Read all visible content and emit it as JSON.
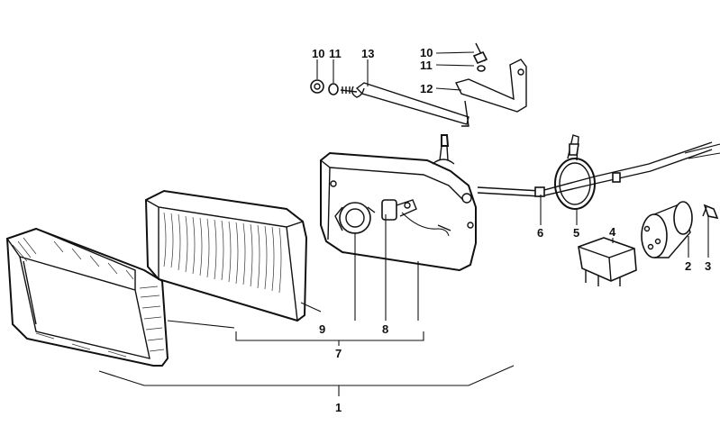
{
  "diagram": {
    "labels": {
      "p1": "1",
      "p2": "2",
      "p3": "3",
      "p4": "4",
      "p5": "5",
      "p6": "6",
      "p7": "7",
      "p8": "8",
      "p9": "9",
      "p10a": "10",
      "p10b": "10",
      "p11a": "11",
      "p11b": "11",
      "p12": "12",
      "p13": "13"
    }
  }
}
